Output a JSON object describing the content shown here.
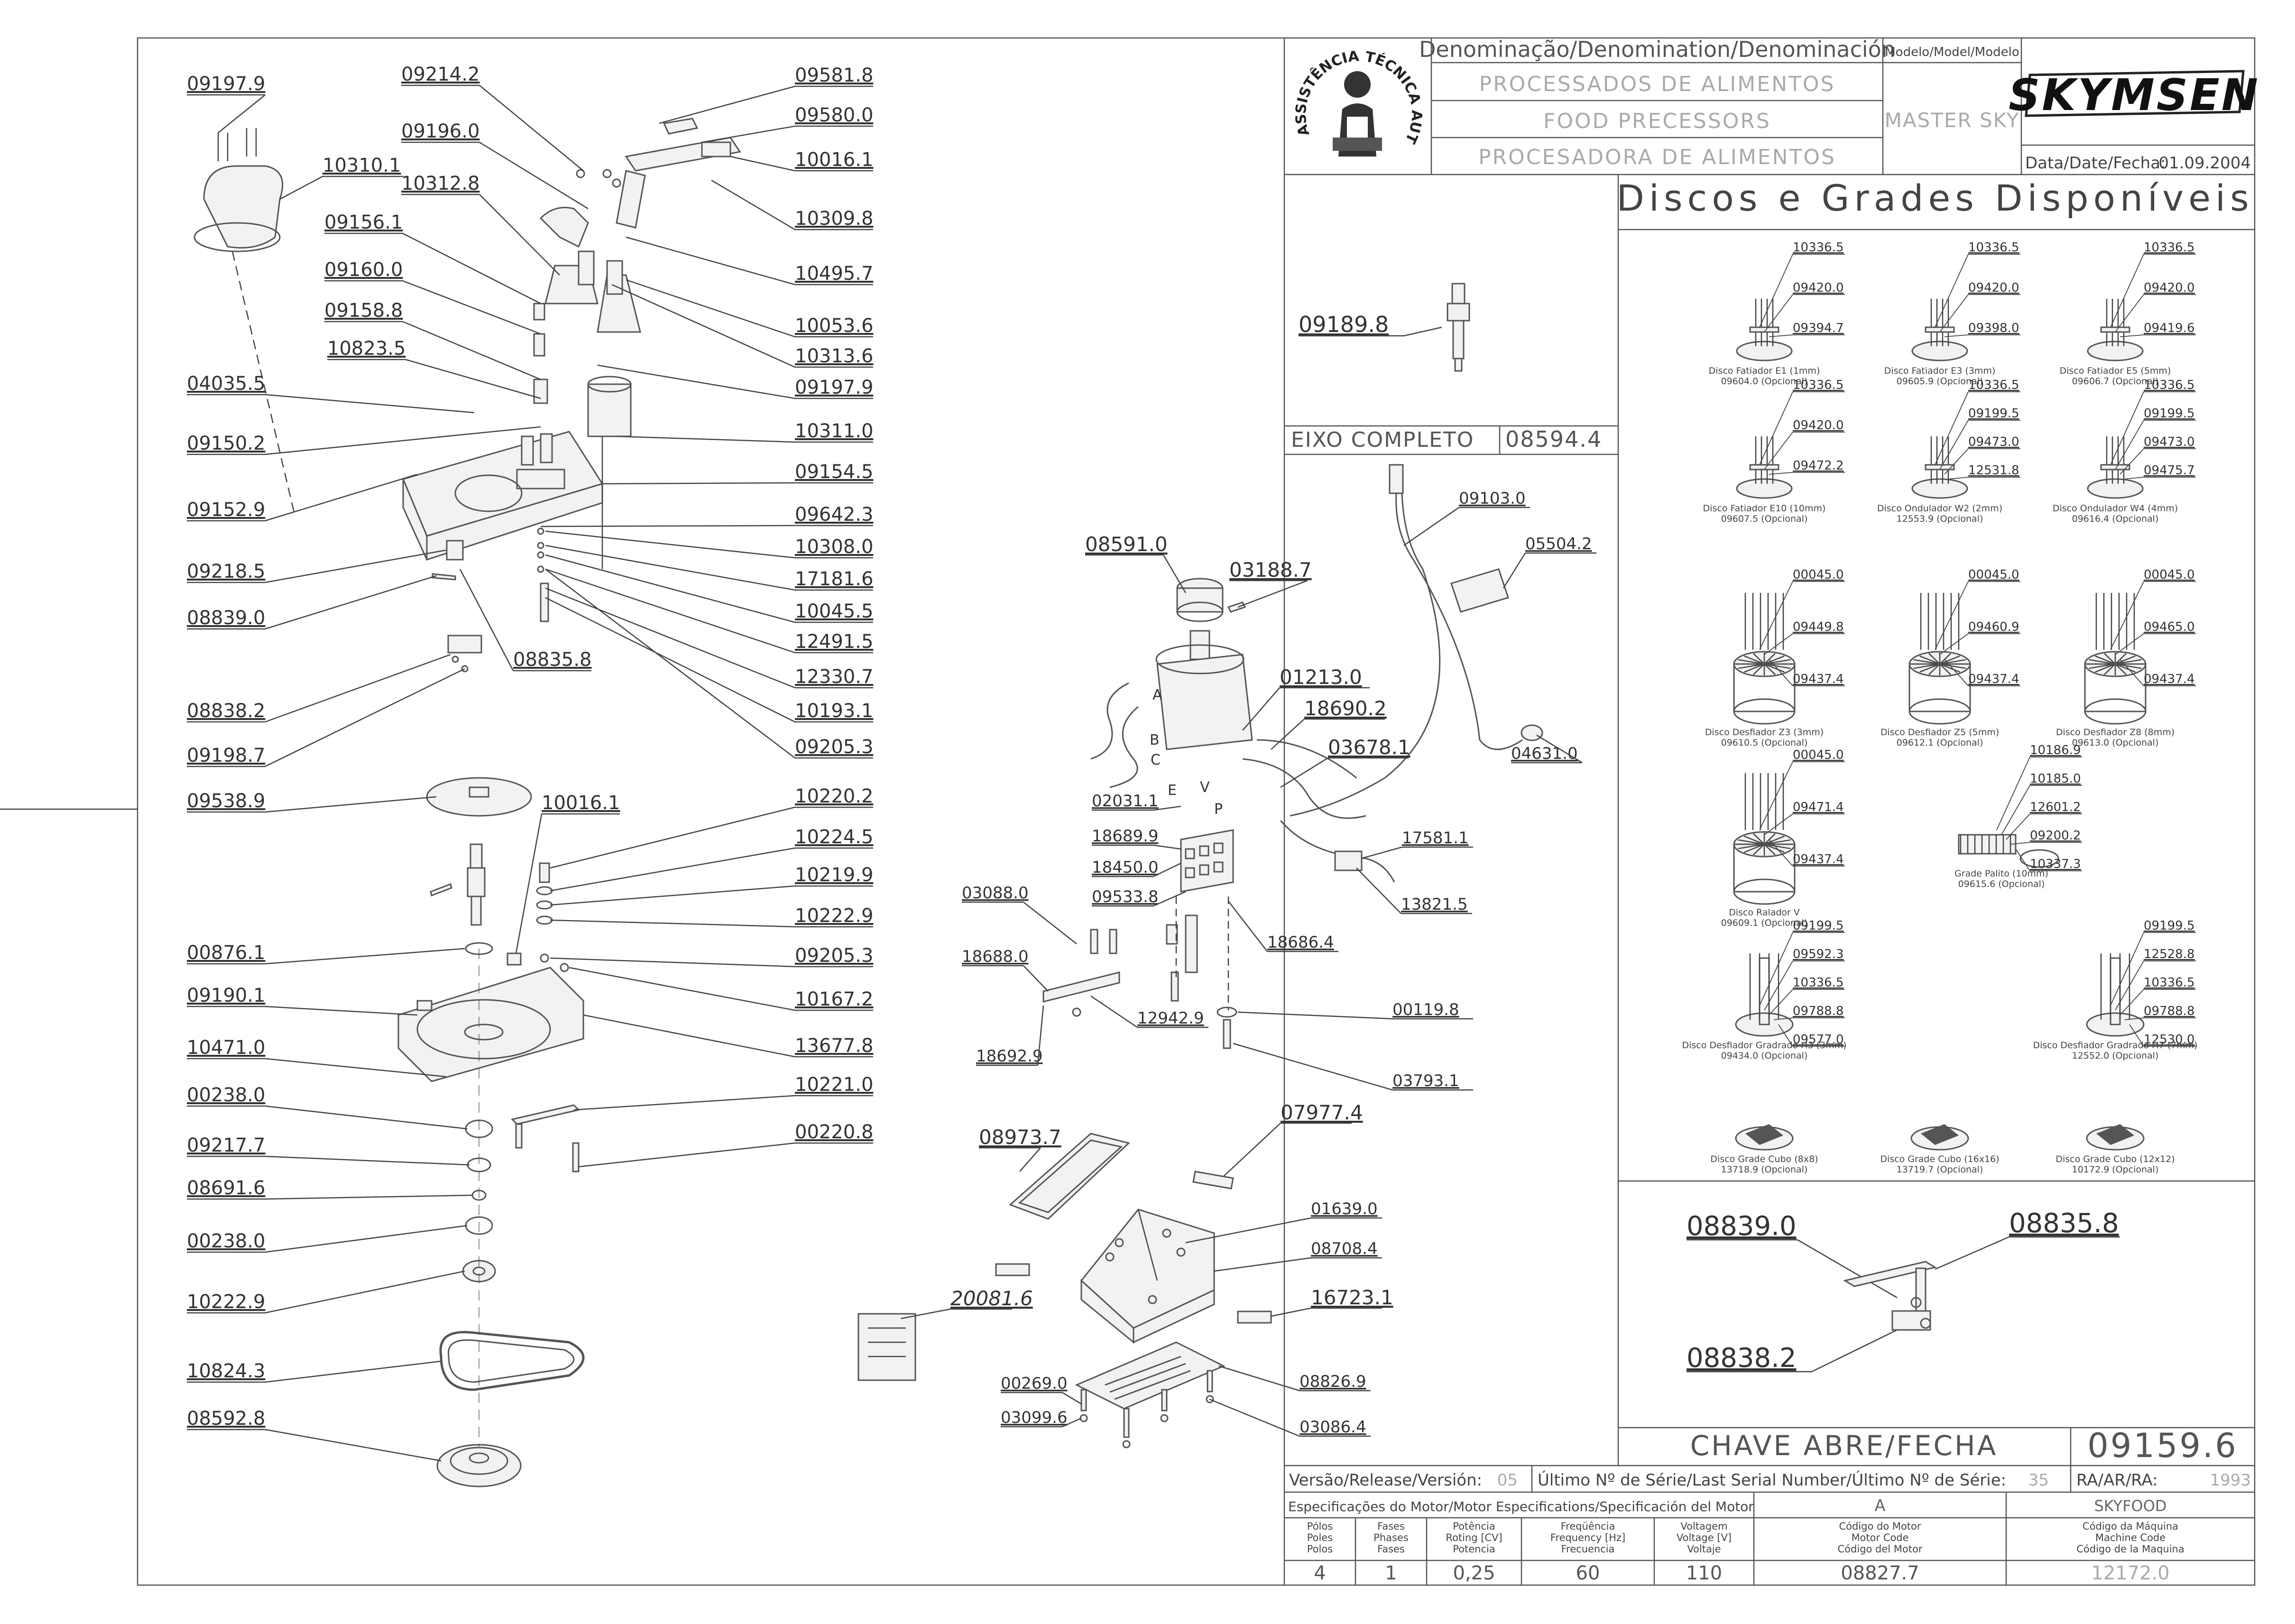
{
  "header": {
    "denomination_label": "Denominação/Denomination/Denominación",
    "names": [
      "PROCESSADOS DE ALIMENTOS",
      "FOOD PRECESSORS",
      "PROCESADORA DE ALIMENTOS"
    ],
    "model_label": "Modelo/Model/Modelo",
    "model_value": "MASTER SKY",
    "brand": "SKYMSEN",
    "date_label": "Data/Date/Fecha:",
    "date_value": "01.09.2004",
    "seal_text": "ASSISTÊNCIA TÉCNICA AUTORIZADA"
  },
  "shaft_panel": {
    "part": "09189.8",
    "caption": "EIXO COMPLETO",
    "code": "08594.4"
  },
  "discs_panel": {
    "title": "Discos e Grades Disponíveis",
    "items": [
      {
        "name": "Disco Fatiador E1 (1mm)",
        "code": "09604.0 (Opcional)",
        "parts": [
          "10336.5",
          "09420.0",
          "09394.7"
        ]
      },
      {
        "name": "Disco Fatiador E3 (3mm)",
        "code": "09605.9 (Opcional)",
        "parts": [
          "10336.5",
          "09420.0",
          "09398.0"
        ]
      },
      {
        "name": "Disco Fatiador E5 (5mm)",
        "code": "09606.7 (Opcional)",
        "parts": [
          "10336.5",
          "09420.0",
          "09419.6"
        ]
      },
      {
        "name": "Disco Fatiador E10 (10mm)",
        "code": "09607.5 (Opcional)",
        "parts": [
          "10336.5",
          "09420.0",
          "09472.2"
        ]
      },
      {
        "name": "Disco Ondulador W2 (2mm)",
        "code": "12553.9 (Opcional)",
        "parts": [
          "10336.5",
          "09199.5",
          "09473.0",
          "12531.8"
        ]
      },
      {
        "name": "Disco Ondulador W4 (4mm)",
        "code": "09616.4 (Opcional)",
        "parts": [
          "10336.5",
          "09199.5",
          "09473.0",
          "09475.7"
        ]
      },
      {
        "name": "Disco Desfiador Z3 (3mm)",
        "code": "09610.5 (Opcional)",
        "parts": [
          "00045.0",
          "09449.8",
          "09437.4"
        ]
      },
      {
        "name": "Disco Desfiador Z5 (5mm)",
        "code": "09612.1 (Opcional)",
        "parts": [
          "00045.0",
          "09460.9",
          "09437.4"
        ]
      },
      {
        "name": "Disco Desfiador Z8 (8mm)",
        "code": "09613.0 (Opcional)",
        "parts": [
          "00045.0",
          "09465.0",
          "09437.4"
        ]
      },
      {
        "name": "Disco Ralador V",
        "code": "09609.1 (Opcional)",
        "parts": [
          "00045.0",
          "09471.4",
          "09437.4"
        ]
      },
      {
        "name": "Grade Palito (10mm)",
        "code": "09615.6 (Opcional)",
        "parts": [
          "10186.9",
          "10185.0",
          "12601.2",
          "09200.2",
          "10337.3"
        ]
      },
      {
        "name": "Disco Desfiador Gradrado H3 (3mm)",
        "code": "09434.0 (Opcional)",
        "parts": [
          "09199.5",
          "09592.3",
          "10336.5",
          "09788.8",
          "09577.0"
        ]
      },
      {
        "name": "Disco Desfiador Gradrado H7 (7mm)",
        "code": "12552.0 (Opcional)",
        "parts": [
          "09199.5",
          "12528.8",
          "10336.5",
          "09788.8",
          "12530.0"
        ]
      },
      {
        "name": "Disco Grade Cubo (8x8)",
        "code": "13718.9 (Opcional)",
        "parts": []
      },
      {
        "name": "Disco Grade Cubo (16x16)",
        "code": "13719.7 (Opcional)",
        "parts": []
      },
      {
        "name": "Disco Grade Cubo (12x12)",
        "code": "10172.9 (Opcional)",
        "parts": []
      }
    ]
  },
  "switch_panel": {
    "parts": [
      "08839.0",
      "08835.8",
      "08838.2"
    ],
    "caption": "CHAVE ABRE/FECHA",
    "code": "09159.6"
  },
  "footer": {
    "version_label": "Versão/Release/Versión:",
    "version_value": "05",
    "serial_label": "Último Nº de Série/Last Serial Number/Último Nº de Série:",
    "serial_value": "35",
    "ra_label": "RA/AR/RA:",
    "ra_value": "1993",
    "motor_spec_label": "Especificações do Motor/Motor Especifications/Specificación del Motor",
    "motor_letter": "A",
    "machine_name": "SKYFOOD",
    "columns": [
      {
        "h1": "Pólos",
        "h2": "Poles",
        "h3": "Polos",
        "value": "4"
      },
      {
        "h1": "Fases",
        "h2": "Phases",
        "h3": "Fases",
        "value": "1"
      },
      {
        "h1": "Potência",
        "h2": "Roting [CV]",
        "h3": "Potencia",
        "value": "0,25"
      },
      {
        "h1": "Freqüência",
        "h2": "Frequency [Hz]",
        "h3": "Frecuencia",
        "value": "60"
      },
      {
        "h1": "Voltagem",
        "h2": "Voltage [V]",
        "h3": "Voltaje",
        "value": "110"
      },
      {
        "h1": "Código do Motor",
        "h2": "Motor Code",
        "h3": "Código del Motor",
        "value": "08827.7"
      },
      {
        "h1": "Código da Máquina",
        "h2": "Machine Code",
        "h3": "Código de la Maquina",
        "value": "12172.0"
      }
    ]
  },
  "left_parts": [
    "09197.9",
    "10310.1",
    "09214.2",
    "09196.0",
    "10312.8",
    "09156.1",
    "09160.0",
    "09158.8",
    "10823.5",
    "04035.5",
    "09150.2",
    "09152.9",
    "09218.5",
    "08839.0",
    "08838.2",
    "09198.7",
    "08835.8",
    "09581.8",
    "09580.0",
    "10016.1",
    "10309.8",
    "10495.7",
    "10053.6",
    "10313.6",
    "09197.9",
    "10311.0",
    "09154.5",
    "09642.3",
    "10308.0",
    "17181.6",
    "10045.5",
    "12491.5",
    "12330.7",
    "10193.1",
    "09205.3",
    "09538.9",
    "10016.1",
    "00876.1",
    "09190.1",
    "10471.0",
    "00238.0",
    "09217.7",
    "08691.6",
    "00238.0",
    "10222.9",
    "10824.3",
    "08592.8",
    "10220.2",
    "10224.5",
    "10219.9",
    "10222.9",
    "09205.3",
    "10167.2",
    "13677.8",
    "10221.0",
    "00220.8"
  ],
  "center_parts": [
    "08591.0",
    "03188.7",
    "01213.0",
    "18690.2",
    "03678.1",
    "02031.1",
    "18689.9",
    "18450.0",
    "09533.8",
    "03088.0",
    "18688.0",
    "12942.9",
    "18692.9",
    "18686.4",
    "17581.1",
    "13821.5",
    "00119.8",
    "03793.1",
    "09103.0",
    "05504.2",
    "04631.0",
    "08973.7",
    "07977.4",
    "01639.0",
    "08708.4",
    "20081.6",
    "16723.1",
    "00269.0",
    "03099.6",
    "08826.9",
    "03086.4"
  ],
  "motor_wire_letters": [
    "A",
    "B",
    "C",
    "E",
    "P",
    "V"
  ]
}
